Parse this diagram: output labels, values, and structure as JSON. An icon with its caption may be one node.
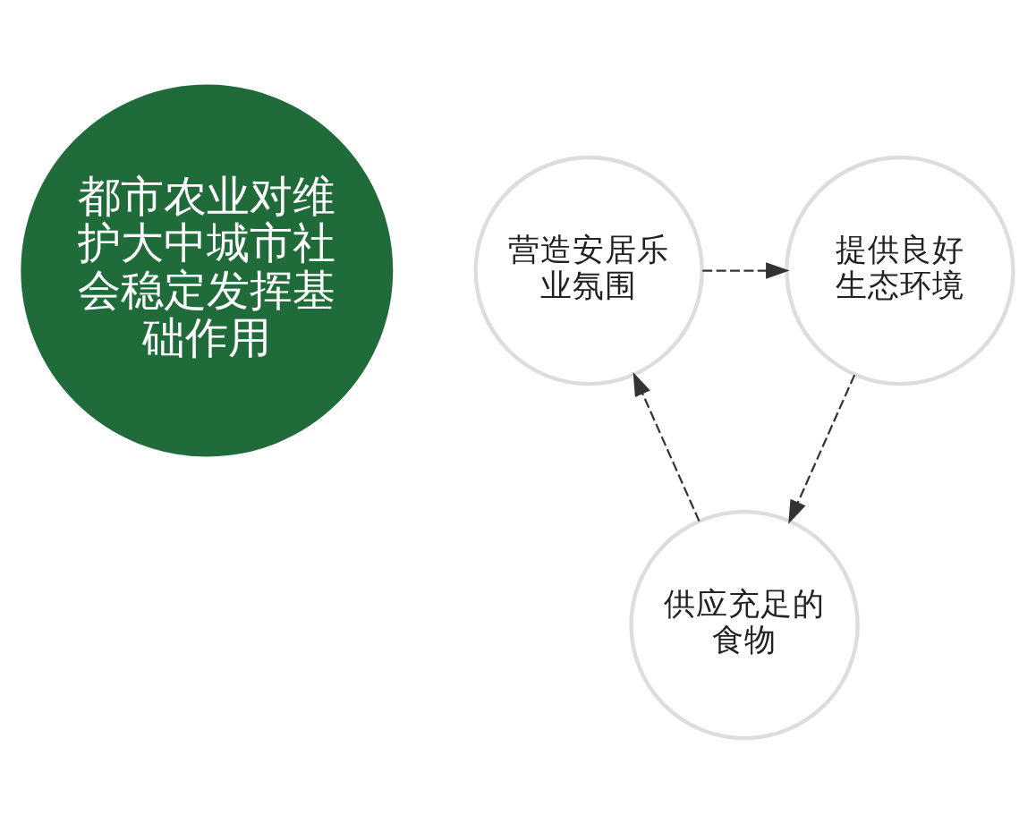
{
  "diagram": {
    "nodes": [
      {
        "text": [
          "都市农业对维护大中城市社会稳定发挥基础作用"
        ]
      },
      {
        "text": [
          "供应充足的食物"
        ]
      },
      {
        "text": [
          "营造安居乐业氛围"
        ]
      },
      {
        "text": [
          "提供良好生态环境"
        ]
      }
    ],
    "edges": [
      {
        "from": 1,
        "to": 2,
        "arrow": "to",
        "style": "dashed"
      },
      {
        "from": 2,
        "to": 3,
        "arrow": "to",
        "style": "dashed"
      },
      {
        "from": 3,
        "to": 1,
        "arrow": "to",
        "style": "dashed"
      }
    ]
  }
}
